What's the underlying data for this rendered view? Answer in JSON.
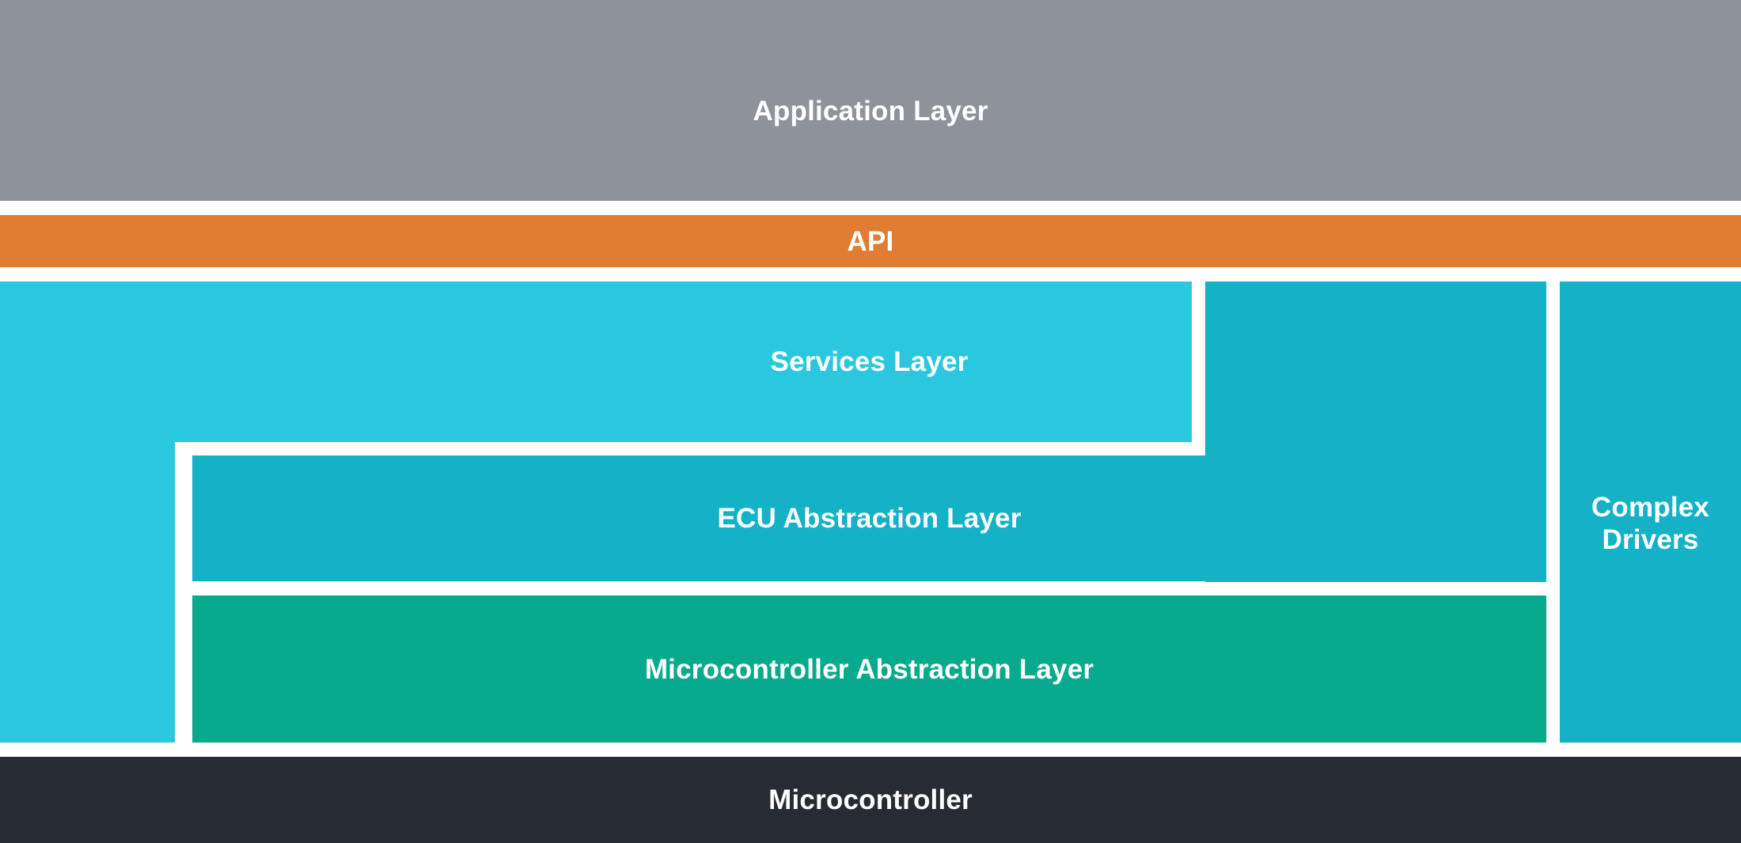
{
  "diagram": {
    "text_color": "#ffffff",
    "layers": {
      "application": {
        "label": "Application Layer",
        "color": "#8e939b"
      },
      "api": {
        "label": "API",
        "color": "#e07d33"
      },
      "services": {
        "label": "Services Layer",
        "color": "#2bc7df"
      },
      "ecu": {
        "label": "ECU Abstraction Layer",
        "color": "#15b1c7"
      },
      "mcal": {
        "label": "Microcontroller Abstraction Layer",
        "color": "#08aa8d"
      },
      "complex_drivers": {
        "label": "Complex Drivers",
        "color": "#15b1c7"
      },
      "microcontroller": {
        "label": "Microcontroller",
        "color": "#272b34"
      }
    }
  }
}
